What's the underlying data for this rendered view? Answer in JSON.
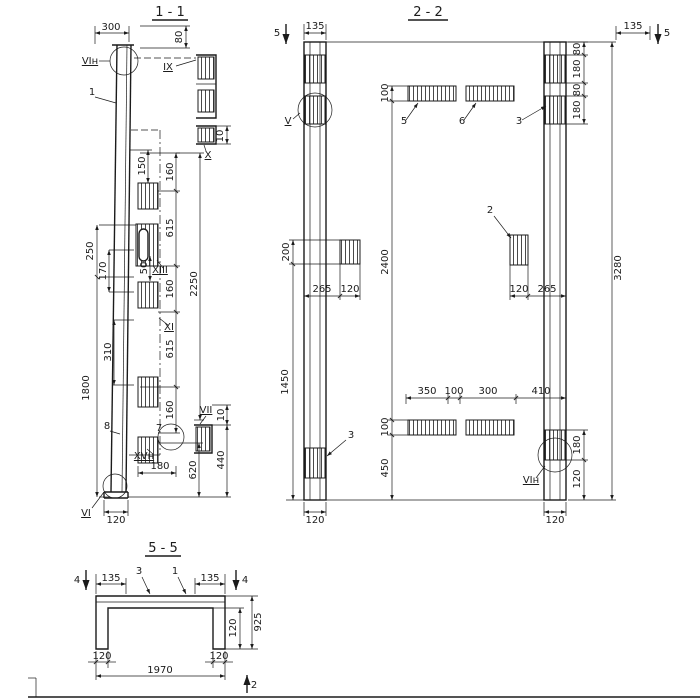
{
  "colors": {
    "ink": "#1b1b1b",
    "background": "#ffffff"
  },
  "s11": {
    "title": "1 - 1",
    "dims": {
      "top300": "300",
      "top80": "80",
      "x10": "10",
      "l150": "150",
      "l250": "250",
      "l170": "170",
      "l50": "50",
      "l1800": "1800",
      "l310": "310",
      "c160a": "160",
      "c615a": "615",
      "c160b": "160",
      "c615b": "615",
      "c160c": "160",
      "c2250": "2250",
      "r10": "10",
      "r440": "440",
      "b180": "180",
      "b620": "620",
      "b120": "120"
    },
    "refs": {
      "vintop": "VIн",
      "ix": "IX",
      "x": "X",
      "xiii": "XIII",
      "xi": "XI",
      "vii": "VII",
      "xvn": "XVн",
      "vi": "VI"
    },
    "parts": {
      "p1": "1",
      "p8": "8",
      "p7": "7"
    }
  },
  "s22": {
    "title": "2 - 2",
    "cuts": {
      "left5": "5",
      "right5": "5"
    },
    "dims": {
      "tl135": "135",
      "tr135": "135",
      "rt80a": "80",
      "rt180a": "180",
      "rt80b": "80",
      "rt180b": "180",
      "t100": "100",
      "c2400": "2400",
      "c100": "100",
      "c450": "450",
      "l200": "200",
      "l1450": "1450",
      "l265": "265",
      "l120": "120",
      "r120": "120",
      "r265": "265",
      "h350": "350",
      "h100": "100",
      "h300": "300",
      "h410": "410",
      "rb180": "180",
      "rb120": "120",
      "bl120": "120",
      "br120": "120",
      "r3280": "3280"
    },
    "refs": {
      "v": "V",
      "vin": "VIн"
    },
    "parts": {
      "p5": "5",
      "p6": "6",
      "p3a": "3",
      "p2": "2",
      "p3b": "3"
    }
  },
  "s55": {
    "title": "5 - 5",
    "cuts": {
      "left4": "4",
      "right4": "4",
      "bottom2": "2"
    },
    "dims": {
      "l135": "135",
      "r135": "135",
      "r925": "925",
      "r120": "120",
      "bl120": "120",
      "br120": "120",
      "b1970": "1970"
    },
    "parts": {
      "p3": "3",
      "p1": "1"
    }
  }
}
